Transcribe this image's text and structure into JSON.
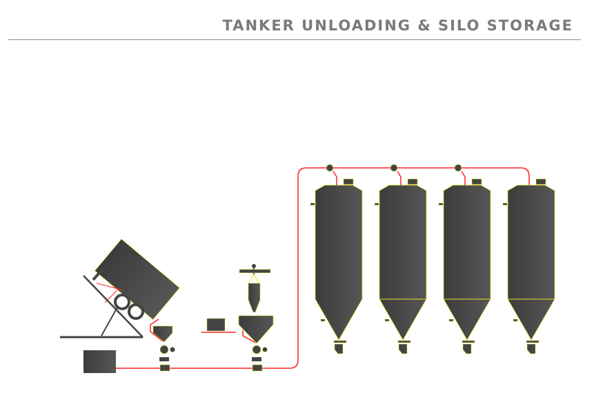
{
  "header": {
    "title": "TANKER UNLOADING & SILO STORAGE"
  },
  "colors": {
    "pipe": "#ff2020",
    "equipment": "#4a4a4a",
    "outline": "#e8e820",
    "title": "#7a7a7a"
  },
  "silos": [
    {
      "id": "silo-1",
      "cone_divider": false
    },
    {
      "id": "silo-2",
      "cone_divider": true
    },
    {
      "id": "silo-3",
      "cone_divider": true
    },
    {
      "id": "silo-4",
      "cone_divider": true
    }
  ],
  "diverter_valves": 3
}
